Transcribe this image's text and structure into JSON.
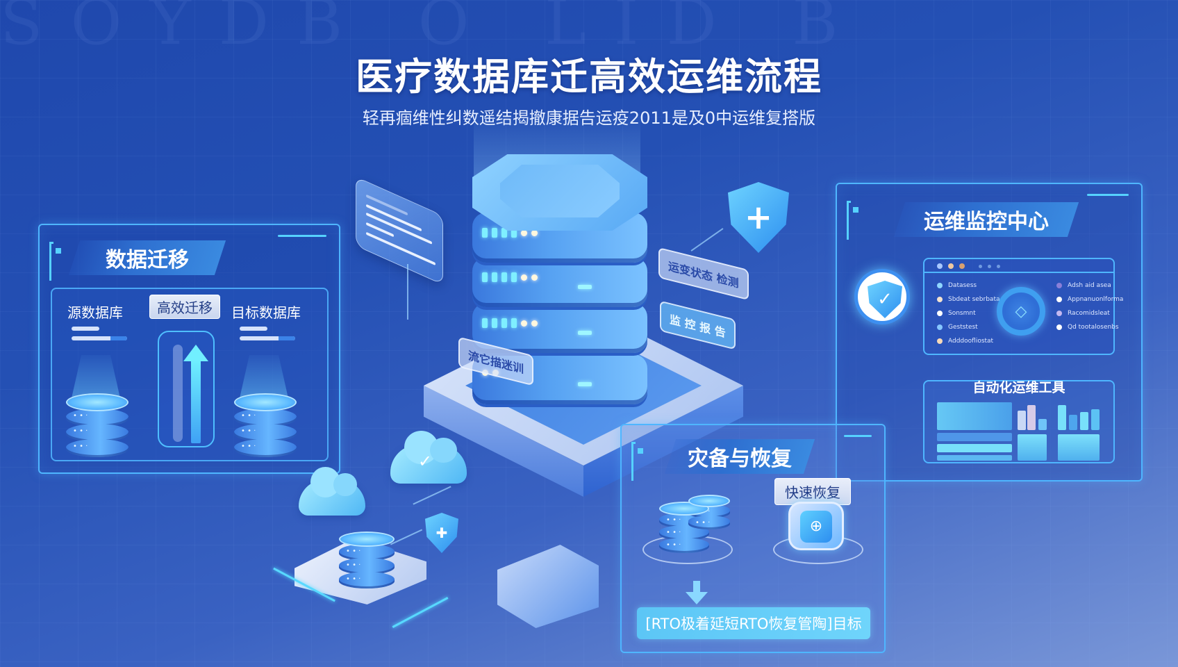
{
  "header": {
    "title": "医疗数据库迁高效运维流程",
    "subtitle": "轻再痼维性纠数遥结揭撤康据告运疫2011是及0中运维复搭版"
  },
  "background": {
    "watermark": "SOYDB O LID B"
  },
  "migration_panel": {
    "title": "数据迁移",
    "source_label": "源数据库",
    "target_label": "目标数据库",
    "transfer_label": "高效迁移",
    "icons": [
      "source-database-icon",
      "migration-arrow-icon",
      "target-database-icon"
    ]
  },
  "center": {
    "float_tag_left": "流它描迷训",
    "float_tag_right_top": "运变状态 检测",
    "float_tag_right_bottom": "监 控 报 告",
    "icons": [
      "server-stack-icon",
      "medical-shield-icon",
      "cloud-icon",
      "cloud-check-icon",
      "security-shield-icon",
      "database-icon",
      "package-box-icon",
      "document-card-icon"
    ]
  },
  "monitoring_panel": {
    "title": "运维监控中心",
    "window_dots": [
      "#a8c8ff",
      "#f0c8a0",
      "#d9a070"
    ],
    "left_list": [
      {
        "label": "Datasess",
        "color": "#8fd6ff"
      },
      {
        "label": "Sbdeat sebrbata",
        "color": "#f3e2cf"
      },
      {
        "label": "Sonsmnt",
        "color": "#ffffff"
      },
      {
        "label": "Geststest",
        "color": "#86c7ff"
      },
      {
        "label": "Adddoofliostat",
        "color": "#f6d9b8"
      }
    ],
    "right_list": [
      {
        "label": "Adsh aid asea",
        "color": "#8a7fd8"
      },
      {
        "label": "Appnanuonlforma",
        "color": "#ffffff"
      },
      {
        "label": "Racomidsleat",
        "color": "#c4b8f0"
      },
      {
        "label": "Qd tootalosenbs",
        "color": "#ffffff"
      }
    ],
    "tools_title": "自动化运维工具",
    "accent": "#4fb6ff"
  },
  "recovery_panel": {
    "title": "灾备与恢复",
    "quick_label": "快速恢复",
    "rto_text": "[RTO极着延短RTO恢复管陶]目标"
  },
  "colors": {
    "background_top": "#1f48ad",
    "background_bottom": "#7a97d8",
    "panel_border": "#4fb6ff",
    "accent_cyan": "#56d2ff"
  }
}
